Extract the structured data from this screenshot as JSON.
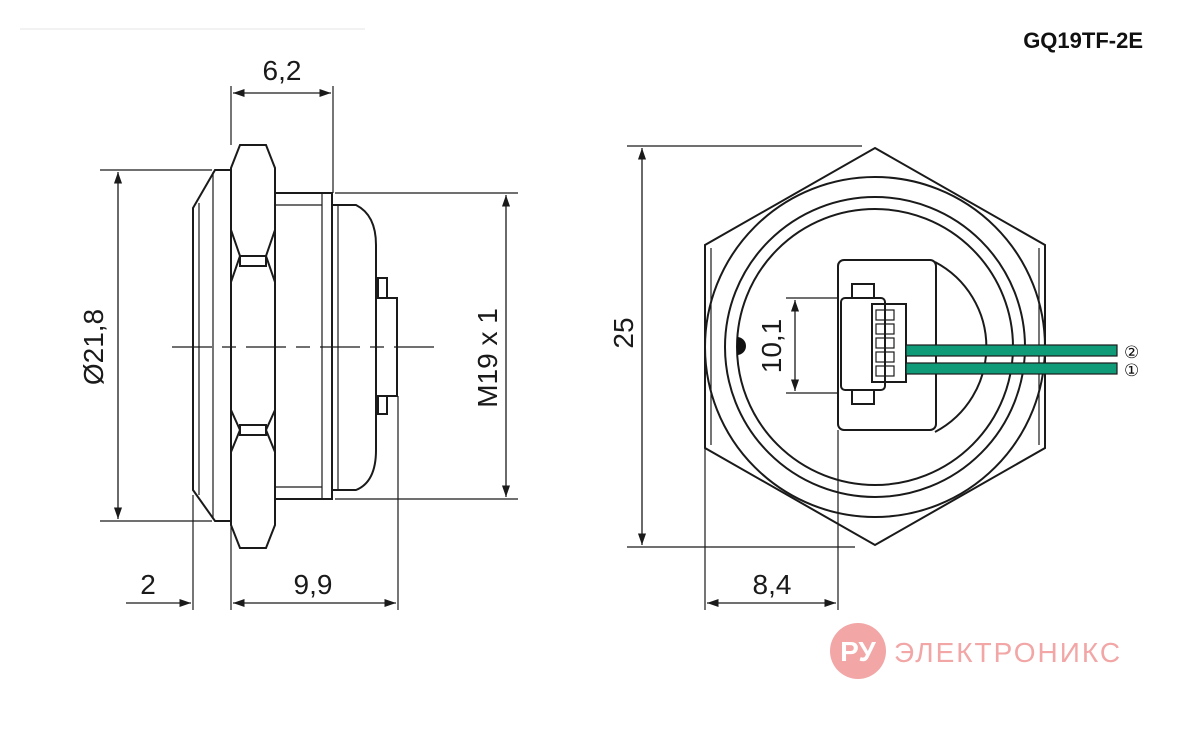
{
  "title": "GQ19TF-2E",
  "side_view": {
    "dim_top": "6,2",
    "dim_diameter": "Ø21,8",
    "dim_thread": "M19 x 1",
    "dim_bottom_left": "2",
    "dim_bottom_right": "9,9"
  },
  "rear_view": {
    "dim_height": "25",
    "dim_connector": "10,1",
    "dim_bottom": "8,4",
    "pin_2": "②",
    "pin_1": "①",
    "wire_color": "#0f9a78"
  },
  "logo": {
    "mark": "РУ",
    "text": "ЭЛЕКТРОНИКС",
    "color": "#f2a6a6"
  }
}
